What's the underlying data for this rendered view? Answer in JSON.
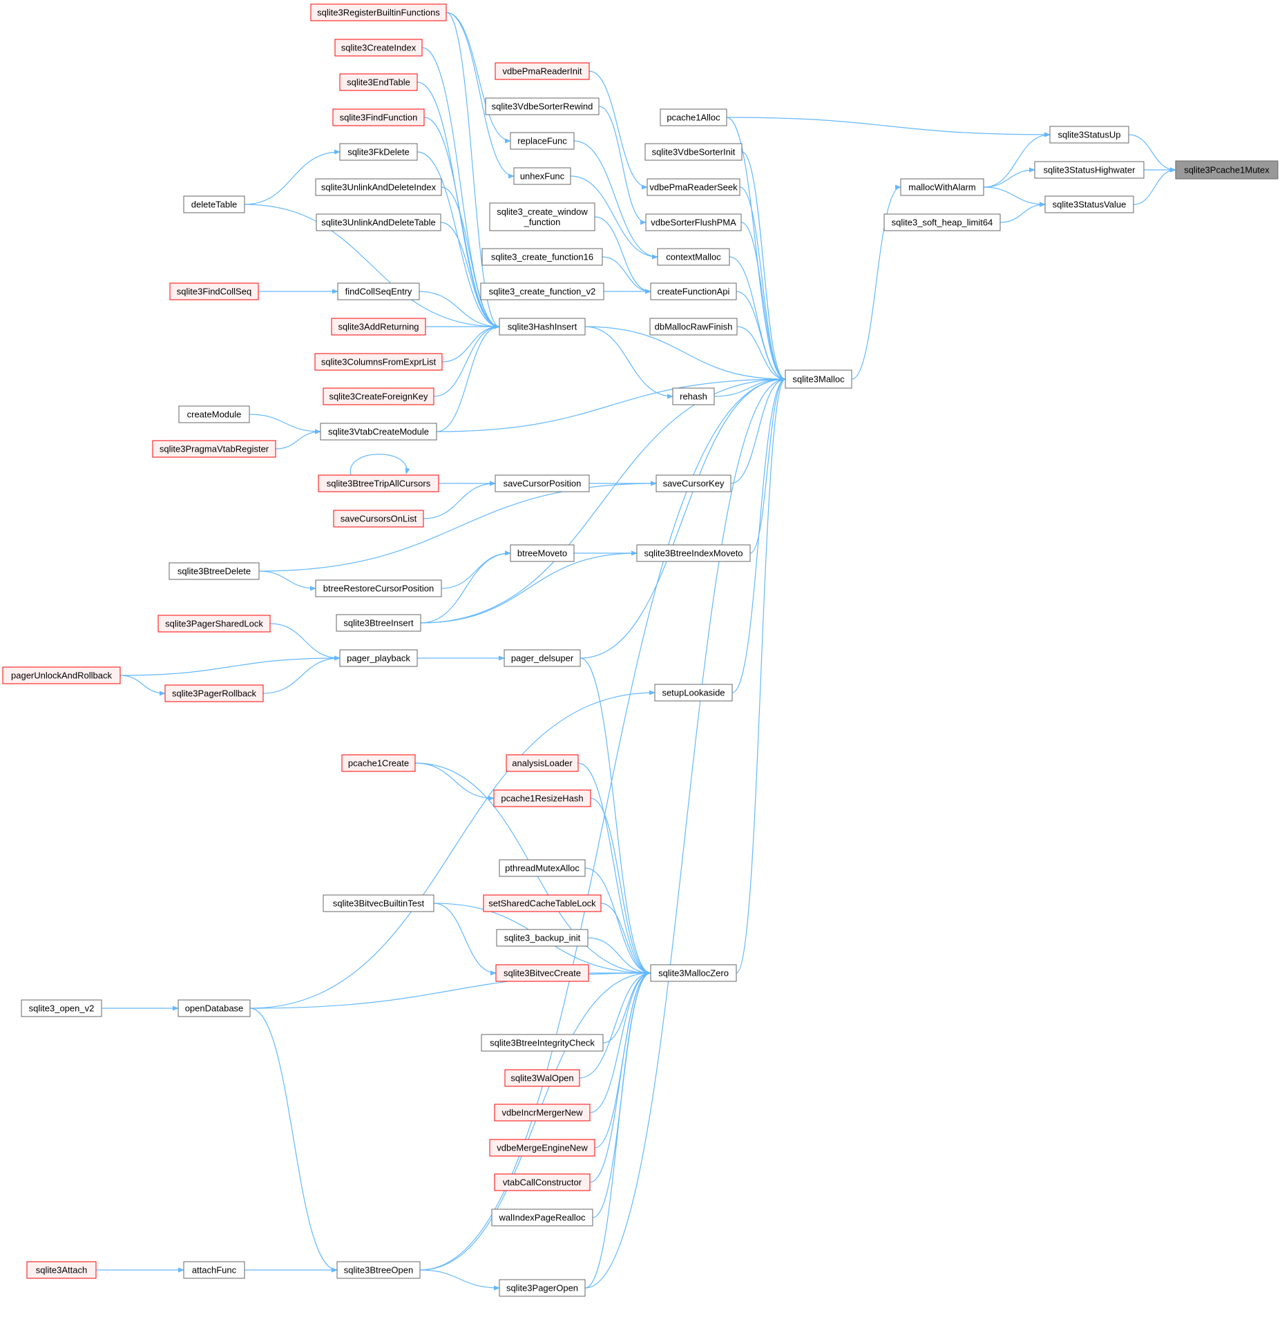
{
  "colors": {
    "edge": "#63b8ff",
    "node_fill": "#ffffff",
    "node_border": "#666666",
    "truncated_border": "#ff0000",
    "truncated_fill": "#fff0f0",
    "root_fill": "#999999",
    "root_border": "#666666"
  },
  "nodes": [
    {
      "id": "Pcache1Mutex",
      "label": "sqlite3Pcache1Mutex",
      "style": "root"
    },
    {
      "id": "StatusUp",
      "label": "sqlite3StatusUp",
      "style": "normal"
    },
    {
      "id": "StatusHighwater",
      "label": "sqlite3StatusHighwater",
      "style": "normal"
    },
    {
      "id": "StatusValue",
      "label": "sqlite3StatusValue",
      "style": "normal"
    },
    {
      "id": "mallocWithAlarm",
      "label": "mallocWithAlarm",
      "style": "normal"
    },
    {
      "id": "soft_heap",
      "label": "sqlite3_soft_heap_limit64",
      "style": "normal"
    },
    {
      "id": "pcache1Alloc",
      "label": "pcache1Alloc",
      "style": "normal"
    },
    {
      "id": "Malloc",
      "label": "sqlite3Malloc",
      "style": "normal"
    },
    {
      "id": "VdbeSorterInit",
      "label": "sqlite3VdbeSorterInit",
      "style": "normal"
    },
    {
      "id": "vdbePmaReaderSeek",
      "label": "vdbePmaReaderSeek",
      "style": "normal"
    },
    {
      "id": "vdbeSorterFlushPMA",
      "label": "vdbeSorterFlushPMA",
      "style": "normal"
    },
    {
      "id": "contextMalloc",
      "label": "contextMalloc",
      "style": "normal"
    },
    {
      "id": "createFunctionApi",
      "label": "createFunctionApi",
      "style": "normal"
    },
    {
      "id": "dbMallocRawFinish",
      "label": "dbMallocRawFinish",
      "style": "normal"
    },
    {
      "id": "rehash",
      "label": "rehash",
      "style": "normal"
    },
    {
      "id": "saveCursorKey",
      "label": "saveCursorKey",
      "style": "normal"
    },
    {
      "id": "BtreeIndexMoveto",
      "label": "sqlite3BtreeIndexMoveto",
      "style": "normal"
    },
    {
      "id": "setupLookaside",
      "label": "setupLookaside",
      "style": "normal"
    },
    {
      "id": "MallocZero",
      "label": "sqlite3MallocZero",
      "style": "normal"
    },
    {
      "id": "vdbePmaReaderInit",
      "label": "vdbePmaReaderInit",
      "style": "truncated"
    },
    {
      "id": "VdbeSorterRewind",
      "label": "sqlite3VdbeSorterRewind",
      "style": "normal"
    },
    {
      "id": "replaceFunc",
      "label": "replaceFunc",
      "style": "normal"
    },
    {
      "id": "unhexFunc",
      "label": "unhexFunc",
      "style": "normal"
    },
    {
      "id": "create_window",
      "label": "sqlite3_create_window\n_function",
      "style": "normal"
    },
    {
      "id": "create_function16",
      "label": "sqlite3_create_function16",
      "style": "normal"
    },
    {
      "id": "create_function_v2",
      "label": "sqlite3_create_function_v2",
      "style": "normal"
    },
    {
      "id": "HashInsert",
      "label": "sqlite3HashInsert",
      "style": "normal"
    },
    {
      "id": "saveCursorPosition",
      "label": "saveCursorPosition",
      "style": "normal"
    },
    {
      "id": "btreeMoveto",
      "label": "btreeMoveto",
      "style": "normal"
    },
    {
      "id": "pager_delsuper",
      "label": "pager_delsuper",
      "style": "normal"
    },
    {
      "id": "RegisterBuiltinFunctions",
      "label": "sqlite3RegisterBuiltinFunctions",
      "style": "truncated"
    },
    {
      "id": "CreateIndex",
      "label": "sqlite3CreateIndex",
      "style": "truncated"
    },
    {
      "id": "EndTable",
      "label": "sqlite3EndTable",
      "style": "truncated"
    },
    {
      "id": "FindFunction",
      "label": "sqlite3FindFunction",
      "style": "truncated"
    },
    {
      "id": "FkDelete",
      "label": "sqlite3FkDelete",
      "style": "normal"
    },
    {
      "id": "UnlinkAndDeleteIndex",
      "label": "sqlite3UnlinkAndDeleteIndex",
      "style": "normal"
    },
    {
      "id": "UnlinkAndDeleteTable",
      "label": "sqlite3UnlinkAndDeleteTable",
      "style": "normal"
    },
    {
      "id": "findCollSeqEntry",
      "label": "findCollSeqEntry",
      "style": "normal"
    },
    {
      "id": "AddReturning",
      "label": "sqlite3AddReturning",
      "style": "truncated"
    },
    {
      "id": "ColumnsFromExprList",
      "label": "sqlite3ColumnsFromExprList",
      "style": "truncated"
    },
    {
      "id": "CreateForeignKey",
      "label": "sqlite3CreateForeignKey",
      "style": "truncated"
    },
    {
      "id": "VtabCreateModule",
      "label": "sqlite3VtabCreateModule",
      "style": "normal"
    },
    {
      "id": "BtreeTripAllCursors",
      "label": "sqlite3BtreeTripAllCursors",
      "style": "truncated"
    },
    {
      "id": "saveCursorsOnList",
      "label": "saveCursorsOnList",
      "style": "truncated"
    },
    {
      "id": "btreeRestoreCursorPosition",
      "label": "btreeRestoreCursorPosition",
      "style": "normal"
    },
    {
      "id": "BtreeInsert",
      "label": "sqlite3BtreeInsert",
      "style": "normal"
    },
    {
      "id": "pager_playback",
      "label": "pager_playback",
      "style": "normal"
    },
    {
      "id": "pcache1Create",
      "label": "pcache1Create",
      "style": "truncated"
    },
    {
      "id": "analysisLoader",
      "label": "analysisLoader",
      "style": "truncated"
    },
    {
      "id": "pcache1ResizeHash",
      "label": "pcache1ResizeHash",
      "style": "truncated"
    },
    {
      "id": "pthreadMutexAlloc",
      "label": "pthreadMutexAlloc",
      "style": "normal"
    },
    {
      "id": "setSharedCacheTableLock",
      "label": "setSharedCacheTableLock",
      "style": "truncated"
    },
    {
      "id": "backup_init",
      "label": "sqlite3_backup_init",
      "style": "normal"
    },
    {
      "id": "BitvecBuiltinTest",
      "label": "sqlite3BitvecBuiltinTest",
      "style": "normal"
    },
    {
      "id": "BitvecCreate",
      "label": "sqlite3BitvecCreate",
      "style": "truncated"
    },
    {
      "id": "openDatabase",
      "label": "openDatabase",
      "style": "normal"
    },
    {
      "id": "BtreeIntegrityCheck",
      "label": "sqlite3BtreeIntegrityCheck",
      "style": "normal"
    },
    {
      "id": "WalOpen",
      "label": "sqlite3WalOpen",
      "style": "truncated"
    },
    {
      "id": "vdbeIncrMergerNew",
      "label": "vdbeIncrMergerNew",
      "style": "truncated"
    },
    {
      "id": "vdbeMergeEngineNew",
      "label": "vdbeMergeEngineNew",
      "style": "truncated"
    },
    {
      "id": "vtabCallConstructor",
      "label": "vtabCallConstructor",
      "style": "truncated"
    },
    {
      "id": "walIndexPageRealloc",
      "label": "walIndexPageRealloc",
      "style": "normal"
    },
    {
      "id": "BtreeOpen",
      "label": "sqlite3BtreeOpen",
      "style": "normal"
    },
    {
      "id": "PagerOpen",
      "label": "sqlite3PagerOpen",
      "style": "normal"
    },
    {
      "id": "deleteTable",
      "label": "deleteTable",
      "style": "normal"
    },
    {
      "id": "FindCollSeq",
      "label": "sqlite3FindCollSeq",
      "style": "truncated"
    },
    {
      "id": "createModule",
      "label": "createModule",
      "style": "normal"
    },
    {
      "id": "PragmaVtabRegister",
      "label": "sqlite3PragmaVtabRegister",
      "style": "truncated"
    },
    {
      "id": "BtreeDelete",
      "label": "sqlite3BtreeDelete",
      "style": "normal"
    },
    {
      "id": "PagerSharedLock",
      "label": "sqlite3PagerSharedLock",
      "style": "truncated"
    },
    {
      "id": "PagerRollback",
      "label": "sqlite3PagerRollback",
      "style": "truncated"
    },
    {
      "id": "pagerUnlockAndRollback",
      "label": "pagerUnlockAndRollback",
      "style": "truncated"
    },
    {
      "id": "open_v2",
      "label": "sqlite3_open_v2",
      "style": "normal"
    },
    {
      "id": "attachFunc",
      "label": "attachFunc",
      "style": "normal"
    },
    {
      "id": "Attach",
      "label": "sqlite3Attach",
      "style": "truncated"
    }
  ],
  "edges": [
    [
      "StatusUp",
      "Pcache1Mutex"
    ],
    [
      "StatusHighwater",
      "Pcache1Mutex"
    ],
    [
      "StatusValue",
      "Pcache1Mutex"
    ],
    [
      "mallocWithAlarm",
      "StatusUp"
    ],
    [
      "mallocWithAlarm",
      "StatusHighwater"
    ],
    [
      "mallocWithAlarm",
      "StatusValue"
    ],
    [
      "soft_heap",
      "StatusValue"
    ],
    [
      "pcache1Alloc",
      "StatusUp"
    ],
    [
      "Malloc",
      "mallocWithAlarm"
    ],
    [
      "pcache1Alloc",
      "Malloc"
    ],
    [
      "VdbeSorterInit",
      "Malloc"
    ],
    [
      "vdbePmaReaderSeek",
      "Malloc"
    ],
    [
      "vdbeSorterFlushPMA",
      "Malloc"
    ],
    [
      "contextMalloc",
      "Malloc"
    ],
    [
      "createFunctionApi",
      "Malloc"
    ],
    [
      "dbMallocRawFinish",
      "Malloc"
    ],
    [
      "rehash",
      "Malloc"
    ],
    [
      "saveCursorKey",
      "Malloc"
    ],
    [
      "BtreeIndexMoveto",
      "Malloc"
    ],
    [
      "setupLookaside",
      "Malloc"
    ],
    [
      "MallocZero",
      "Malloc"
    ],
    [
      "HashInsert",
      "Malloc"
    ],
    [
      "VtabCreateModule",
      "Malloc"
    ],
    [
      "BtreeInsert",
      "Malloc"
    ],
    [
      "pager_delsuper",
      "Malloc"
    ],
    [
      "PagerOpen",
      "Malloc"
    ],
    [
      "vdbePmaReaderInit",
      "vdbePmaReaderSeek"
    ],
    [
      "VdbeSorterRewind",
      "vdbeSorterFlushPMA"
    ],
    [
      "replaceFunc",
      "contextMalloc"
    ],
    [
      "unhexFunc",
      "contextMalloc"
    ],
    [
      "create_window",
      "createFunctionApi"
    ],
    [
      "create_function16",
      "createFunctionApi"
    ],
    [
      "create_function_v2",
      "createFunctionApi"
    ],
    [
      "HashInsert",
      "rehash"
    ],
    [
      "saveCursorPosition",
      "saveCursorKey"
    ],
    [
      "btreeMoveto",
      "BtreeIndexMoveto"
    ],
    [
      "pager_delsuper",
      "MallocZero"
    ],
    [
      "RegisterBuiltinFunctions",
      "HashInsert"
    ],
    [
      "RegisterBuiltinFunctions",
      "replaceFunc"
    ],
    [
      "RegisterBuiltinFunctions",
      "unhexFunc"
    ],
    [
      "CreateIndex",
      "HashInsert"
    ],
    [
      "EndTable",
      "HashInsert"
    ],
    [
      "FindFunction",
      "HashInsert"
    ],
    [
      "FkDelete",
      "HashInsert"
    ],
    [
      "UnlinkAndDeleteIndex",
      "HashInsert"
    ],
    [
      "UnlinkAndDeleteTable",
      "HashInsert"
    ],
    [
      "findCollSeqEntry",
      "HashInsert"
    ],
    [
      "AddReturning",
      "HashInsert"
    ],
    [
      "ColumnsFromExprList",
      "HashInsert"
    ],
    [
      "CreateForeignKey",
      "HashInsert"
    ],
    [
      "VtabCreateModule",
      "HashInsert"
    ],
    [
      "deleteTable",
      "FkDelete"
    ],
    [
      "deleteTable",
      "HashInsert"
    ],
    [
      "FindCollSeq",
      "findCollSeqEntry"
    ],
    [
      "createModule",
      "VtabCreateModule"
    ],
    [
      "PragmaVtabRegister",
      "VtabCreateModule"
    ],
    [
      "BtreeTripAllCursors",
      "BtreeTripAllCursors"
    ],
    [
      "BtreeTripAllCursors",
      "saveCursorPosition"
    ],
    [
      "saveCursorsOnList",
      "saveCursorPosition"
    ],
    [
      "BtreeDelete",
      "saveCursorKey"
    ],
    [
      "BtreeDelete",
      "btreeRestoreCursorPosition"
    ],
    [
      "btreeRestoreCursorPosition",
      "btreeMoveto"
    ],
    [
      "BtreeInsert",
      "btreeMoveto"
    ],
    [
      "BtreeInsert",
      "BtreeIndexMoveto"
    ],
    [
      "PagerSharedLock",
      "pager_playback"
    ],
    [
      "pagerUnlockAndRollback",
      "pager_playback"
    ],
    [
      "pagerUnlockAndRollback",
      "PagerRollback"
    ],
    [
      "PagerRollback",
      "pager_playback"
    ],
    [
      "pager_playback",
      "pager_delsuper"
    ],
    [
      "openDatabase",
      "setupLookaside"
    ],
    [
      "pcache1Create",
      "MallocZero"
    ],
    [
      "pcache1Create",
      "pcache1ResizeHash"
    ],
    [
      "analysisLoader",
      "MallocZero"
    ],
    [
      "pcache1ResizeHash",
      "MallocZero"
    ],
    [
      "pthreadMutexAlloc",
      "MallocZero"
    ],
    [
      "setSharedCacheTableLock",
      "MallocZero"
    ],
    [
      "backup_init",
      "MallocZero"
    ],
    [
      "BitvecBuiltinTest",
      "MallocZero"
    ],
    [
      "BitvecBuiltinTest",
      "BitvecCreate"
    ],
    [
      "BitvecCreate",
      "MallocZero"
    ],
    [
      "openDatabase",
      "MallocZero"
    ],
    [
      "BtreeIntegrityCheck",
      "MallocZero"
    ],
    [
      "WalOpen",
      "MallocZero"
    ],
    [
      "vdbeIncrMergerNew",
      "MallocZero"
    ],
    [
      "vdbeMergeEngineNew",
      "MallocZero"
    ],
    [
      "vtabCallConstructor",
      "MallocZero"
    ],
    [
      "walIndexPageRealloc",
      "MallocZero"
    ],
    [
      "BtreeOpen",
      "MallocZero"
    ],
    [
      "PagerOpen",
      "MallocZero"
    ],
    [
      "open_v2",
      "openDatabase"
    ],
    [
      "openDatabase",
      "BtreeOpen"
    ],
    [
      "attachFunc",
      "BtreeOpen"
    ],
    [
      "Attach",
      "attachFunc"
    ],
    [
      "BtreeOpen",
      "PagerOpen"
    ],
    [
      "BtreeOpen",
      "Malloc"
    ]
  ]
}
